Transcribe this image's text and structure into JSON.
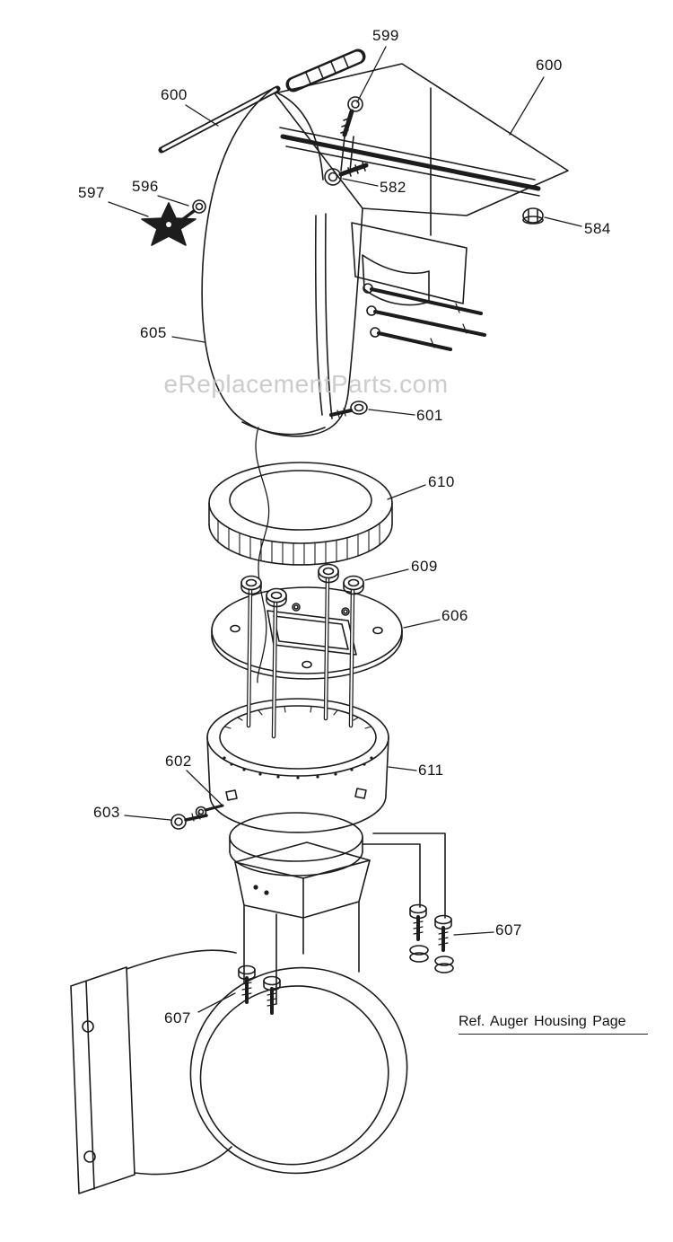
{
  "page": {
    "watermark": "eReplacementParts.com",
    "reference_note": "Ref. Auger Housing Page"
  },
  "labels": [
    {
      "text": "599"
    },
    {
      "text": "600"
    },
    {
      "text": "600"
    },
    {
      "text": "597"
    },
    {
      "text": "596"
    },
    {
      "text": "584"
    },
    {
      "text": "582"
    },
    {
      "text": "605"
    },
    {
      "text": "601"
    },
    {
      "text": "610"
    },
    {
      "text": "609"
    },
    {
      "text": "606"
    },
    {
      "text": "602"
    },
    {
      "text": "611"
    },
    {
      "text": "603"
    },
    {
      "text": "607"
    },
    {
      "text": "607"
    }
  ]
}
